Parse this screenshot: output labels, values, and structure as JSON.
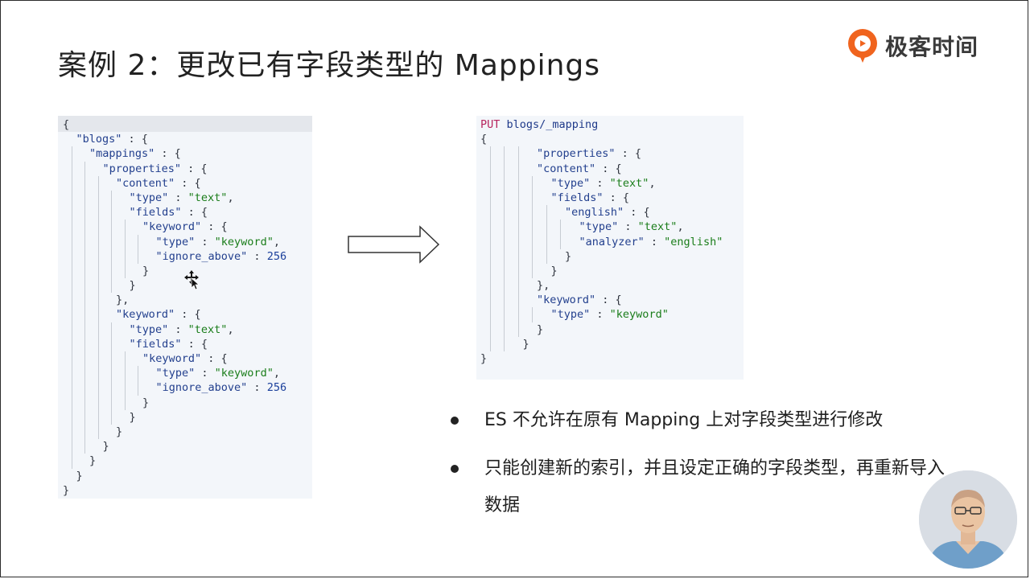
{
  "slide": {
    "title": "案例 2：更改已有字段类型的 Mappings",
    "brand": "极客时间"
  },
  "left_code": {
    "lines": [
      {
        "indent": 0,
        "tokens": [
          {
            "t": "p",
            "v": "{"
          }
        ]
      },
      {
        "indent": 1,
        "tokens": [
          {
            "t": "k",
            "v": "\"blogs\""
          },
          {
            "t": "p",
            "v": " : {"
          }
        ]
      },
      {
        "indent": 2,
        "tokens": [
          {
            "t": "k",
            "v": "\"mappings\""
          },
          {
            "t": "p",
            "v": " : {"
          }
        ]
      },
      {
        "indent": 3,
        "tokens": [
          {
            "t": "k",
            "v": "\"properties\""
          },
          {
            "t": "p",
            "v": " : {"
          }
        ]
      },
      {
        "indent": 4,
        "tokens": [
          {
            "t": "k",
            "v": "\"content\""
          },
          {
            "t": "p",
            "v": " : {"
          }
        ]
      },
      {
        "indent": 5,
        "tokens": [
          {
            "t": "k",
            "v": "\"type\""
          },
          {
            "t": "p",
            "v": " : "
          },
          {
            "t": "s",
            "v": "\"text\""
          },
          {
            "t": "p",
            "v": ","
          }
        ]
      },
      {
        "indent": 5,
        "tokens": [
          {
            "t": "k",
            "v": "\"fields\""
          },
          {
            "t": "p",
            "v": " : {"
          }
        ]
      },
      {
        "indent": 6,
        "tokens": [
          {
            "t": "k",
            "v": "\"keyword\""
          },
          {
            "t": "p",
            "v": " : {"
          }
        ]
      },
      {
        "indent": 7,
        "tokens": [
          {
            "t": "k",
            "v": "\"type\""
          },
          {
            "t": "p",
            "v": " : "
          },
          {
            "t": "s",
            "v": "\"keyword\""
          },
          {
            "t": "p",
            "v": ","
          }
        ]
      },
      {
        "indent": 7,
        "tokens": [
          {
            "t": "k",
            "v": "\"ignore_above\""
          },
          {
            "t": "p",
            "v": " : "
          },
          {
            "t": "n",
            "v": "256"
          }
        ]
      },
      {
        "indent": 6,
        "tokens": [
          {
            "t": "p",
            "v": "}"
          }
        ]
      },
      {
        "indent": 5,
        "tokens": [
          {
            "t": "p",
            "v": "}"
          }
        ]
      },
      {
        "indent": 4,
        "tokens": [
          {
            "t": "p",
            "v": "},"
          }
        ]
      },
      {
        "indent": 4,
        "tokens": [
          {
            "t": "k",
            "v": "\"keyword\""
          },
          {
            "t": "p",
            "v": " : {"
          }
        ]
      },
      {
        "indent": 5,
        "tokens": [
          {
            "t": "k",
            "v": "\"type\""
          },
          {
            "t": "p",
            "v": " : "
          },
          {
            "t": "s",
            "v": "\"text\""
          },
          {
            "t": "p",
            "v": ","
          }
        ]
      },
      {
        "indent": 5,
        "tokens": [
          {
            "t": "k",
            "v": "\"fields\""
          },
          {
            "t": "p",
            "v": " : {"
          }
        ]
      },
      {
        "indent": 6,
        "tokens": [
          {
            "t": "k",
            "v": "\"keyword\""
          },
          {
            "t": "p",
            "v": " : {"
          }
        ]
      },
      {
        "indent": 7,
        "tokens": [
          {
            "t": "k",
            "v": "\"type\""
          },
          {
            "t": "p",
            "v": " : "
          },
          {
            "t": "s",
            "v": "\"keyword\""
          },
          {
            "t": "p",
            "v": ","
          }
        ]
      },
      {
        "indent": 7,
        "tokens": [
          {
            "t": "k",
            "v": "\"ignore_above\""
          },
          {
            "t": "p",
            "v": " : "
          },
          {
            "t": "n",
            "v": "256"
          }
        ]
      },
      {
        "indent": 6,
        "tokens": [
          {
            "t": "p",
            "v": "}"
          }
        ]
      },
      {
        "indent": 5,
        "tokens": [
          {
            "t": "p",
            "v": "}"
          }
        ]
      },
      {
        "indent": 4,
        "tokens": [
          {
            "t": "p",
            "v": "}"
          }
        ]
      },
      {
        "indent": 3,
        "tokens": [
          {
            "t": "p",
            "v": "}"
          }
        ]
      },
      {
        "indent": 2,
        "tokens": [
          {
            "t": "p",
            "v": "}"
          }
        ]
      },
      {
        "indent": 1,
        "tokens": [
          {
            "t": "p",
            "v": "}"
          }
        ]
      },
      {
        "indent": 0,
        "tokens": [
          {
            "t": "p",
            "v": "}"
          }
        ]
      }
    ]
  },
  "right_code": {
    "lines": [
      {
        "indent": 0,
        "tokens": [
          {
            "t": "m",
            "v": "PUT"
          },
          {
            "t": "u",
            "v": " blogs/_mapping"
          }
        ]
      },
      {
        "indent": 0,
        "tokens": [
          {
            "t": "p",
            "v": "{"
          }
        ]
      },
      {
        "indent": 4,
        "tokens": [
          {
            "t": "k",
            "v": "\"properties\""
          },
          {
            "t": "p",
            "v": " : {"
          }
        ]
      },
      {
        "indent": 4,
        "tokens": [
          {
            "t": "k",
            "v": "\"content\""
          },
          {
            "t": "p",
            "v": " : {"
          }
        ]
      },
      {
        "indent": 5,
        "tokens": [
          {
            "t": "k",
            "v": "\"type\""
          },
          {
            "t": "p",
            "v": " : "
          },
          {
            "t": "s",
            "v": "\"text\""
          },
          {
            "t": "p",
            "v": ","
          }
        ]
      },
      {
        "indent": 5,
        "tokens": [
          {
            "t": "k",
            "v": "\"fields\""
          },
          {
            "t": "p",
            "v": " : {"
          }
        ]
      },
      {
        "indent": 6,
        "tokens": [
          {
            "t": "k",
            "v": "\"english\""
          },
          {
            "t": "p",
            "v": " : {"
          }
        ]
      },
      {
        "indent": 7,
        "tokens": [
          {
            "t": "k",
            "v": "\"type\""
          },
          {
            "t": "p",
            "v": " : "
          },
          {
            "t": "s",
            "v": "\"text\""
          },
          {
            "t": "p",
            "v": ","
          }
        ]
      },
      {
        "indent": 7,
        "tokens": [
          {
            "t": "k",
            "v": "\"analyzer\""
          },
          {
            "t": "p",
            "v": " : "
          },
          {
            "t": "s",
            "v": "\"english\""
          }
        ]
      },
      {
        "indent": 6,
        "tokens": [
          {
            "t": "p",
            "v": "}"
          }
        ]
      },
      {
        "indent": 5,
        "tokens": [
          {
            "t": "p",
            "v": "}"
          }
        ]
      },
      {
        "indent": 4,
        "tokens": [
          {
            "t": "p",
            "v": "},"
          }
        ]
      },
      {
        "indent": 4,
        "tokens": [
          {
            "t": "k",
            "v": "\"keyword\""
          },
          {
            "t": "p",
            "v": " : {"
          }
        ]
      },
      {
        "indent": 5,
        "tokens": [
          {
            "t": "k",
            "v": "\"type\""
          },
          {
            "t": "p",
            "v": " : "
          },
          {
            "t": "s",
            "v": "\"keyword\""
          }
        ]
      },
      {
        "indent": 4,
        "tokens": [
          {
            "t": "p",
            "v": "}"
          }
        ]
      },
      {
        "indent": 3,
        "tokens": [
          {
            "t": "p",
            "v": "}"
          }
        ]
      },
      {
        "indent": 0,
        "tokens": [
          {
            "t": "p",
            "v": "}"
          }
        ]
      }
    ]
  },
  "bullets": [
    "ES 不允许在原有 Mapping 上对字段类型进行修改",
    "只能创建新的索引，并且设定正确的字段类型，再重新导入数据"
  ],
  "colors": {
    "key": "#23408e",
    "string": "#1a7d1a",
    "number": "#1a3f9b",
    "method": "#b7255e",
    "brand_orange": "#f0641e"
  }
}
